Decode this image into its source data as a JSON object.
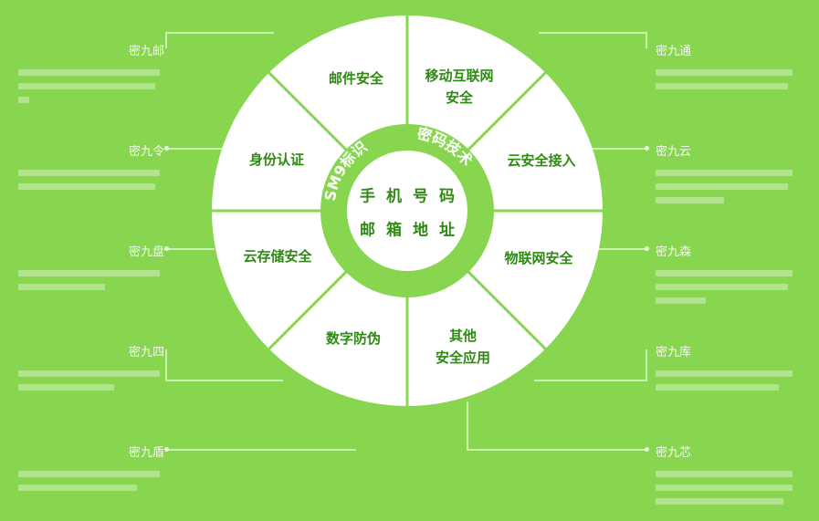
{
  "wheel": {
    "colors": {
      "background": "#88d650",
      "segment_fill": "#ffffff",
      "ring": "#88d650",
      "text": "#2f8a12"
    },
    "ring_text_left": "SM9标识",
    "ring_text_right": "密码技术",
    "center_lines": [
      "手机号码",
      "邮箱地址"
    ],
    "segments": [
      {
        "label_lines": [
          "邮件安全"
        ]
      },
      {
        "label_lines": [
          "移动互联网",
          "安全"
        ]
      },
      {
        "label_lines": [
          "云安全接入"
        ]
      },
      {
        "label_lines": [
          "物联网安全"
        ]
      },
      {
        "label_lines": [
          "其他",
          "安全应用"
        ]
      },
      {
        "label_lines": [
          "数字防伪"
        ]
      },
      {
        "label_lines": [
          "云存储安全"
        ]
      },
      {
        "label_lines": [
          "身份认证"
        ]
      }
    ]
  },
  "left_items": [
    {
      "title": "密九邮",
      "desc": ""
    },
    {
      "title": "密九令",
      "desc": ""
    },
    {
      "title": "密九盘",
      "desc": ""
    },
    {
      "title": "密九四",
      "desc": ""
    },
    {
      "title": "密九盾",
      "desc": ""
    }
  ],
  "right_items": [
    {
      "title": "密九通",
      "desc": ""
    },
    {
      "title": "密九云",
      "desc": ""
    },
    {
      "title": "密九森",
      "desc": ""
    },
    {
      "title": "密九库",
      "desc": ""
    },
    {
      "title": "密九芯",
      "desc": ""
    }
  ]
}
